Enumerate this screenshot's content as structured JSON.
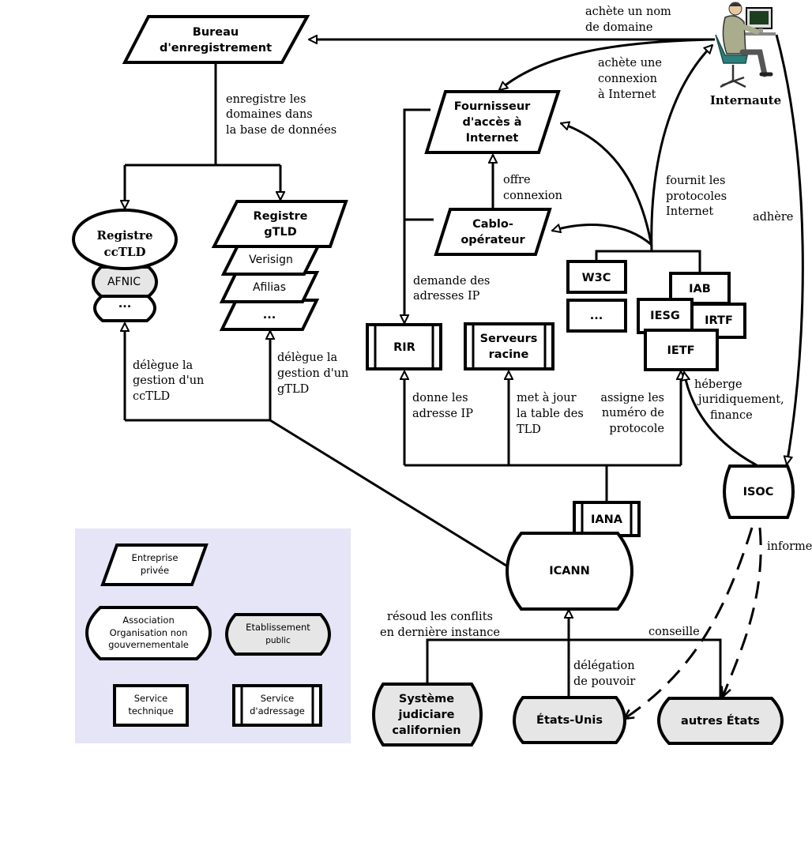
{
  "nodes": {
    "bureau": [
      "Bureau",
      "d'enregistrement"
    ],
    "fai": [
      "Fournisseur",
      "d'accès à",
      "Internet"
    ],
    "internaute": "Internaute",
    "cablo": [
      "Cablo-",
      "opérateur"
    ],
    "registre_cctld": [
      "Registre",
      "ccTLD"
    ],
    "afnic": "AFNIC",
    "cctld_more": "...",
    "registre_gtld": [
      "Registre",
      "gTLD"
    ],
    "verisign": "Verisign",
    "afilias": "Afilias",
    "gtld_more": "...",
    "w3c": "W3C",
    "w3c_more": "...",
    "iab": "IAB",
    "iesg": "IESG",
    "irtf": "IRTF",
    "ietf": "IETF",
    "rir": "RIR",
    "serveurs_racine": [
      "Serveurs",
      "racine"
    ],
    "isoc": "ISOC",
    "iana": "IANA",
    "icann": "ICANN",
    "systeme_judiciaire": [
      "Système",
      "judiciare",
      "californien"
    ],
    "etats_unis": "États-Unis",
    "autres_etats": "autres États"
  },
  "edges": {
    "achete_nom": [
      "achète un nom",
      "de domaine"
    ],
    "achete_connexion": [
      "achète une",
      "connexion",
      "à Internet"
    ],
    "enregistre": [
      "enregistre les",
      "domaines dans",
      "la base de données"
    ],
    "offre": [
      "offre",
      "connexion"
    ],
    "fournit": [
      "fournit les",
      "protocoles",
      "Internet"
    ],
    "adhere": "adhère",
    "demande_ip": [
      "demande des",
      "adresses IP"
    ],
    "delegue_cctld": [
      "délègue la",
      "gestion d'un",
      "ccTLD"
    ],
    "delegue_gtld": [
      "délègue la",
      "gestion d'un",
      "gTLD"
    ],
    "donne_ip": [
      "donne les",
      "adresse IP"
    ],
    "met_a_jour": [
      "met à jour",
      "la table des",
      "TLD"
    ],
    "assigne": [
      "assigne les",
      "numéro de",
      "protocole"
    ],
    "heberge": [
      "héberge",
      "juridiquement,",
      "finance"
    ],
    "informe": "informe",
    "resoud": [
      "résoud les conflits",
      "en dernière instance"
    ],
    "conseille": "conseille",
    "delegation": [
      "délégation",
      "de pouvoir"
    ]
  },
  "legend": {
    "entreprise": [
      "Entreprise",
      "privée"
    ],
    "association": [
      "Association",
      "Organisation non",
      "gouvernementale"
    ],
    "etablissement": [
      "Etablissement",
      "public"
    ],
    "service_technique": [
      "Service",
      "technique"
    ],
    "service_adressage": [
      "Service",
      "d'adressage"
    ],
    "background": "#e5e5f7"
  },
  "colors": {
    "line": "#000000",
    "public_fill": "#e6e6e6",
    "legend_bg": "#e5e5f7"
  },
  "icons": {
    "internaute": "person-at-computer-icon"
  }
}
